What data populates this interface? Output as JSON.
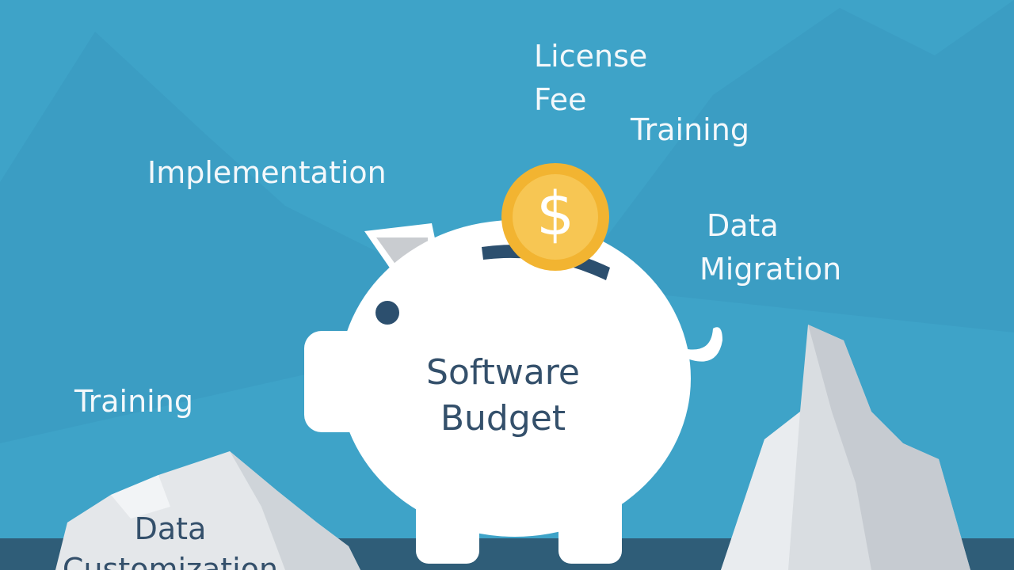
{
  "labels": {
    "license_fee_line1": "License",
    "license_fee_line2": "Fee",
    "training_top": "Training",
    "implementation": "Implementation",
    "data_migration_line1": "Data",
    "data_migration_line2": "Migration",
    "training_left": "Training",
    "data_customization_line1": "Data",
    "data_customization_line2": "Customization"
  },
  "piggy_bank": {
    "title_line1": "Software",
    "title_line2": "Budget"
  },
  "coin": {
    "symbol": "$"
  },
  "colors": {
    "background": "#3ea3c8",
    "water": "#2f5d78",
    "label_text": "#f3f8fb",
    "pig_body": "#ffffff",
    "pig_text": "#34506b",
    "coin_outer": "#f2b431",
    "coin_inner": "#f7c653",
    "ice": "#e9ecef"
  }
}
